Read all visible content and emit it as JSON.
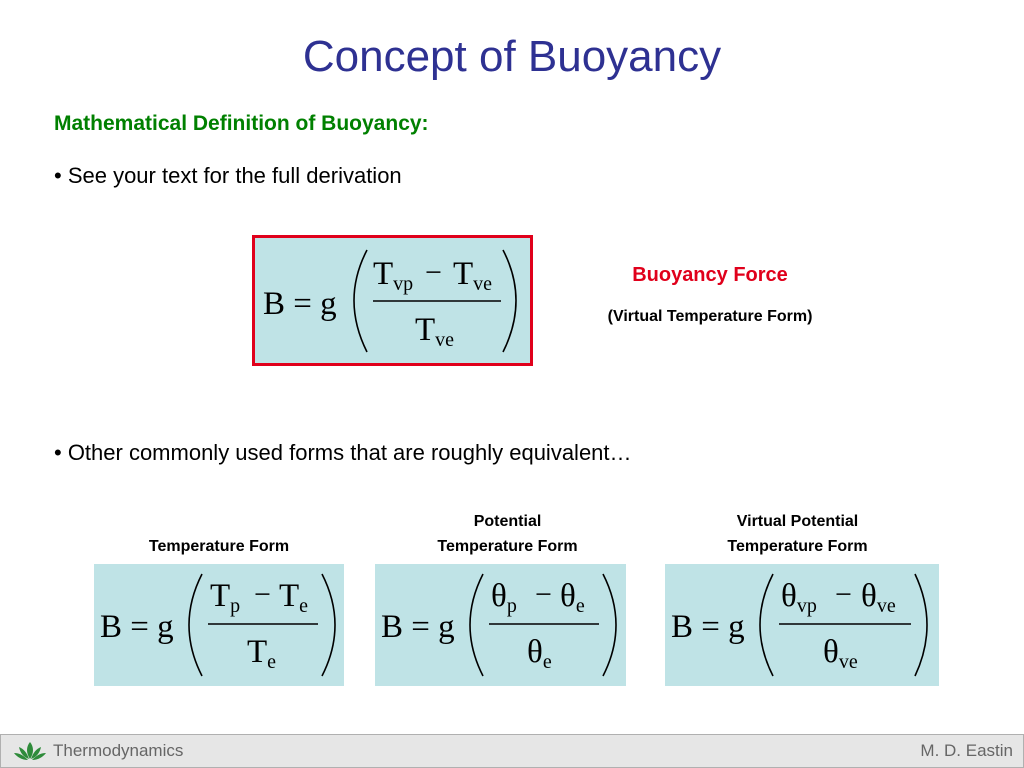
{
  "slide": {
    "title": "Concept of Buoyancy",
    "subtitle": "Mathematical Definition of Buoyancy:",
    "bullet1": "• See your text for the full derivation",
    "bullet2": "• Other commonly used forms that are roughly equivalent…"
  },
  "main_equation": {
    "lhs": "B = g",
    "num_a": "T",
    "num_a_sub": "vp",
    "minus": "−",
    "num_b": "T",
    "num_b_sub": "ve",
    "den": "T",
    "den_sub": "ve",
    "label": "Buoyancy Force",
    "sublabel": "(Virtual Temperature Form)"
  },
  "forms": [
    {
      "label_lines": [
        "Temperature Form"
      ],
      "num_a": "T",
      "num_a_sub": "p",
      "num_b": "T",
      "num_b_sub": "e",
      "den": "T",
      "den_sub": "e"
    },
    {
      "label_lines": [
        "Potential",
        "Temperature Form"
      ],
      "num_a": "θ",
      "num_a_sub": "p",
      "num_b": "θ",
      "num_b_sub": "e",
      "den": "θ",
      "den_sub": "e"
    },
    {
      "label_lines": [
        "Virtual Potential",
        "Temperature Form"
      ],
      "num_a": "θ",
      "num_a_sub": "vp",
      "num_b": "θ",
      "num_b_sub": "ve",
      "den": "θ",
      "den_sub": "ve"
    }
  ],
  "footer": {
    "left": "Thermodynamics",
    "right": "M. D. Eastin"
  },
  "colors": {
    "title": "#2e3192",
    "subtitle": "#008000",
    "accent_red": "#e0001b",
    "equation_bg": "#bfe3e6"
  }
}
